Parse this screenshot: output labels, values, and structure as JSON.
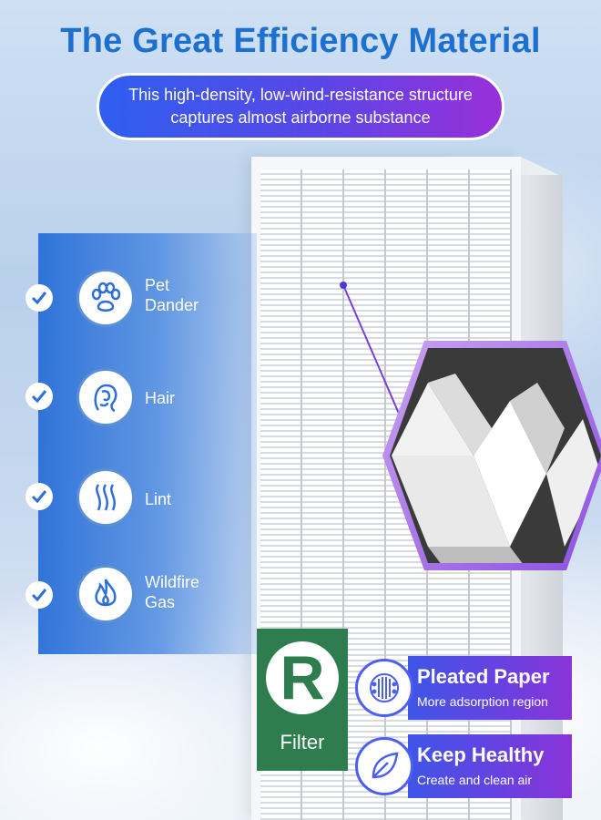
{
  "title": "The Great Efficiency Material",
  "banner": {
    "line1": "This high-density, low-wind-resistance structure",
    "line2": "captures almost airborne substance"
  },
  "items": [
    {
      "label_line1": "Pet",
      "label_line2": "Dander",
      "icon": "paw-icon"
    },
    {
      "label_line1": "Hair",
      "label_line2": "",
      "icon": "hair-icon"
    },
    {
      "label_line1": "Lint",
      "label_line2": "",
      "icon": "lint-icon"
    },
    {
      "label_line1": "Wildfire",
      "label_line2": "Gas",
      "icon": "flame-icon"
    }
  ],
  "badge": {
    "letter": "R",
    "text": "Filter"
  },
  "features": [
    {
      "title": "Pleated Paper",
      "subtitle": "More adsorption region",
      "icon": "molecule-icon"
    },
    {
      "title": "Keep Healthy",
      "subtitle": "Create and clean air",
      "icon": "leaf-icon"
    }
  ],
  "colors": {
    "title_blue": "#1d6fd0",
    "panel_blue": "#2e6fd7",
    "badge_green": "#2e7d4f",
    "feature_purple": "#6a40e0"
  }
}
